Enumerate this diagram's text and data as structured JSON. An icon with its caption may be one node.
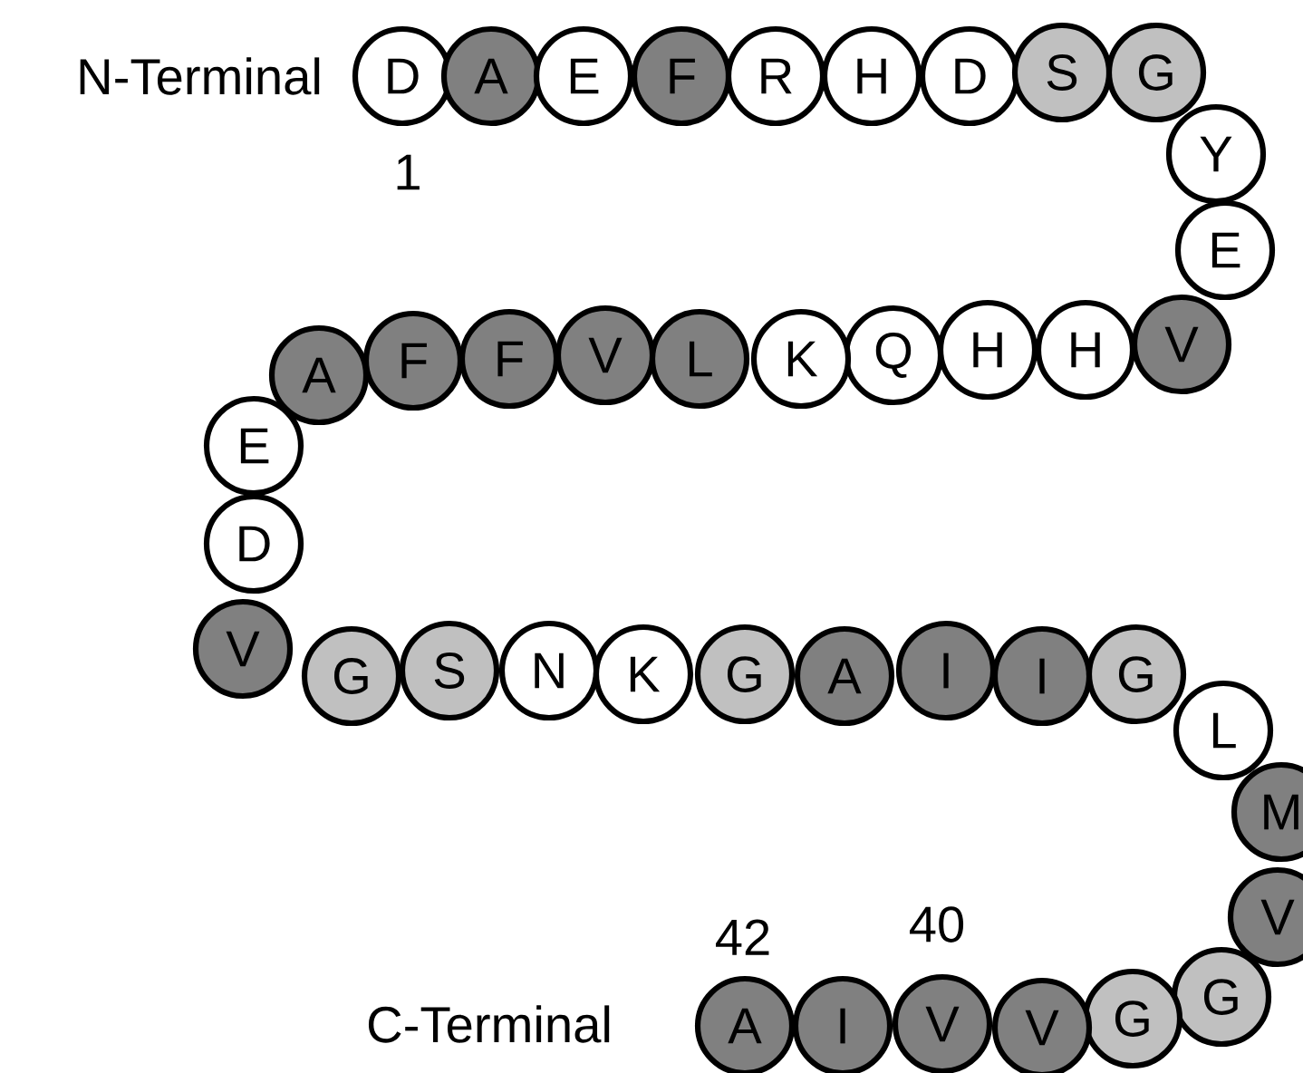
{
  "diagram": {
    "nodes": [
      {
        "text": [
          "D"
        ],
        "beside": [
          "N-Terminal",
          "1"
        ]
      },
      {
        "text": [
          "A"
        ]
      },
      {
        "text": [
          "E"
        ]
      },
      {
        "text": [
          "F"
        ]
      },
      {
        "text": [
          "R"
        ]
      },
      {
        "text": [
          "H"
        ]
      },
      {
        "text": [
          "D"
        ]
      },
      {
        "text": [
          "S"
        ]
      },
      {
        "text": [
          "G"
        ]
      },
      {
        "text": [
          "Y"
        ]
      },
      {
        "text": [
          "E"
        ]
      },
      {
        "text": [
          "V"
        ]
      },
      {
        "text": [
          "H"
        ]
      },
      {
        "text": [
          "H"
        ]
      },
      {
        "text": [
          "Q"
        ]
      },
      {
        "text": [
          "K"
        ]
      },
      {
        "text": [
          "L"
        ]
      },
      {
        "text": [
          "V"
        ]
      },
      {
        "text": [
          "F"
        ]
      },
      {
        "text": [
          "F"
        ]
      },
      {
        "text": [
          "A"
        ]
      },
      {
        "text": [
          "E"
        ]
      },
      {
        "text": [
          "D"
        ]
      },
      {
        "text": [
          "V"
        ]
      },
      {
        "text": [
          "G"
        ]
      },
      {
        "text": [
          "S"
        ]
      },
      {
        "text": [
          "N"
        ]
      },
      {
        "text": [
          "K"
        ]
      },
      {
        "text": [
          "G"
        ]
      },
      {
        "text": [
          "A"
        ]
      },
      {
        "text": [
          "I"
        ]
      },
      {
        "text": [
          "I"
        ]
      },
      {
        "text": [
          "G"
        ]
      },
      {
        "text": [
          "L"
        ]
      },
      {
        "text": [
          "M"
        ]
      },
      {
        "text": [
          "V"
        ]
      },
      {
        "text": [
          "G"
        ]
      },
      {
        "text": [
          "G"
        ]
      },
      {
        "text": [
          "V"
        ],
        "beside": [
          "40"
        ]
      },
      {
        "text": [
          "V"
        ]
      },
      {
        "text": [
          "I"
        ]
      },
      {
        "text": [
          "A"
        ],
        "beside": [
          "42",
          "C-Terminal"
        ]
      }
    ]
  }
}
